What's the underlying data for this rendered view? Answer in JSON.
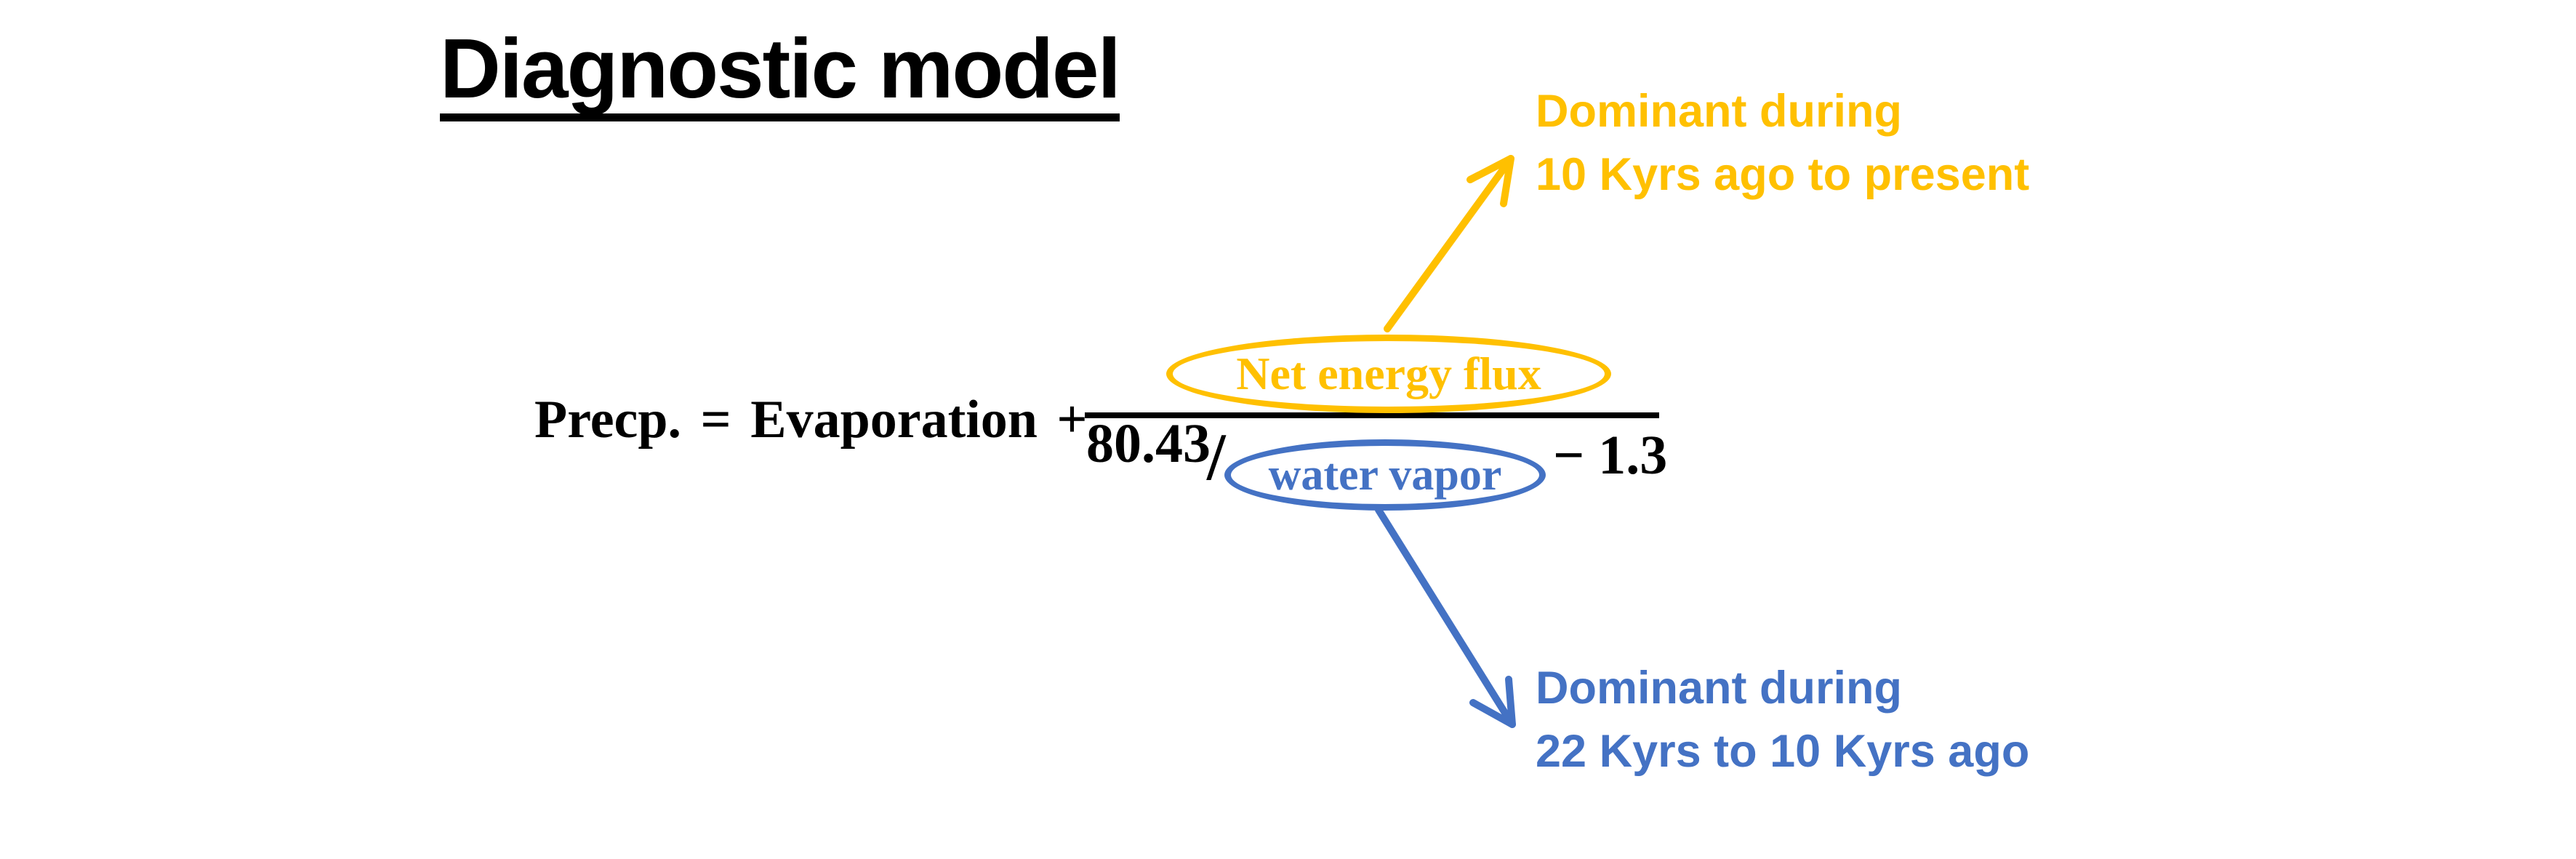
{
  "slide": {
    "title": "Diagnostic model",
    "background": "#ffffff"
  },
  "equation": {
    "lhs": "Precp. = Evaporation +",
    "numerator": {
      "label": "Net energy flux"
    },
    "denominator": {
      "coefficient": "80.43",
      "slash": "/",
      "variable": "water vapor",
      "constant": "− 1.3"
    }
  },
  "annotations": {
    "yellow": {
      "line1": "Dominant during",
      "line2": "10 Kyrs ago to present"
    },
    "blue": {
      "line1": "Dominant during",
      "line2": "22 Kyrs to 10 Kyrs ago"
    }
  },
  "colors": {
    "yellow": "#FFC000",
    "blue": "#4472C4",
    "black": "#000000"
  }
}
